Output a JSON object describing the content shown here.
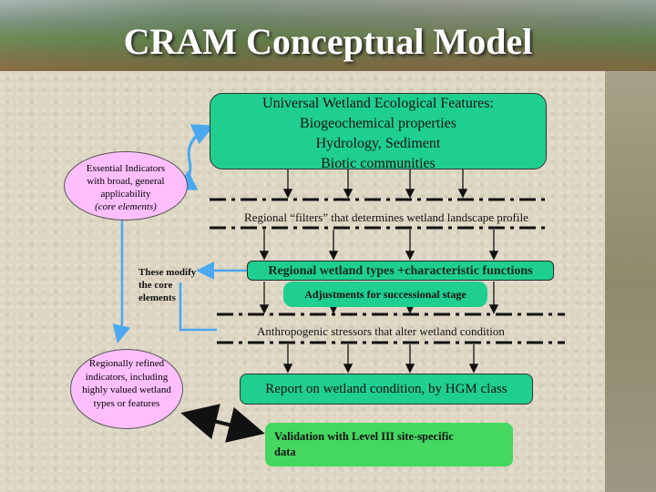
{
  "title": "CRAM Conceptual Model",
  "universal_box": {
    "lines": [
      "Universal Wetland Ecological Features:",
      "Biogeochemical properties",
      "Hydrology, Sediment",
      "Biotic communities"
    ]
  },
  "essential_oval": {
    "line1": "Essential Indicators",
    "line2": "with broad, general",
    "line3": "applicability",
    "line4": "(core elements)"
  },
  "modify_note": {
    "line1": "These modify",
    "line2": "the core",
    "line3": "elements"
  },
  "filter_label": "Regional “filters” that determines wetland landscape profile",
  "wetland_types_box": "Regional wetland types +characteristic functions",
  "adjustments_box": "Adjustments for successional stage",
  "stressor_label": "Anthropogenic stressors that alter wetland condition",
  "regional_oval": {
    "line1": "Regionally refined",
    "line2": "indicators, including",
    "line3": "highly valued wetland",
    "line4": "types or features"
  },
  "report_box": "Report on wetland condition, by HGM class",
  "validation_box": {
    "line1": "Validation with Level III site-specific",
    "line2": "data"
  },
  "colors": {
    "box_green": "#1fcf8f",
    "validation_green": "#44d860",
    "oval_pink": "#ffbfff",
    "connector_blue": "#4aa8f0"
  }
}
